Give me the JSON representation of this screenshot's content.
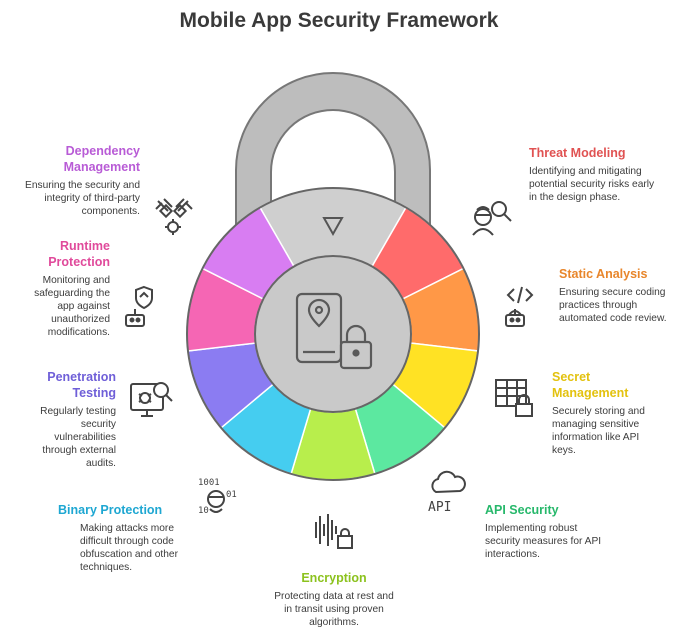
{
  "title": "Mobile App Security Framework",
  "segments": [
    {
      "key": "threat",
      "heading": "Threat Modeling",
      "desc": "Identifying and mitigating potential security risks early in the design phase.",
      "color": "#ff6b6b",
      "heading_color": "#e05252",
      "icon": "engineer-search-icon"
    },
    {
      "key": "static",
      "heading": "Static Analysis",
      "desc": "Ensuring secure coding practices through automated code review.",
      "color": "#ff9847",
      "heading_color": "#e8862b",
      "icon": "robot-code-icon"
    },
    {
      "key": "secret",
      "heading": "Secret Management",
      "desc": "Securely storing and managing sensitive information like API keys.",
      "color": "#ffe224",
      "heading_color": "#e3c20f",
      "icon": "table-lock-icon"
    },
    {
      "key": "api",
      "heading": "API Security",
      "desc": "Implementing robust security measures for API interactions.",
      "color": "#5ce8a0",
      "heading_color": "#27b86b",
      "icon": "cloud-api-icon"
    },
    {
      "key": "encryption",
      "heading": "Encryption",
      "desc": "Protecting data at rest and in transit using proven algorithms.",
      "color": "#b8ee4c",
      "heading_color": "#8cc21e",
      "icon": "waveform-lock-icon"
    },
    {
      "key": "binary",
      "heading": "Binary Protection",
      "desc": "Making attacks more difficult through code obfuscation and other techniques.",
      "color": "#45cdf0",
      "heading_color": "#1ea7d2",
      "icon": "binary-hacker-icon"
    },
    {
      "key": "pentest",
      "heading": "Penetration Testing",
      "desc": "Regularly testing security vulnerabilities through external audits.",
      "color": "#8b7cf2",
      "heading_color": "#6f5fd8",
      "icon": "monitor-bug-icon"
    },
    {
      "key": "runtime",
      "heading": "Runtime Protection",
      "desc": "Monitoring and safeguarding the app against unauthorized modifications.",
      "color": "#f566b4",
      "heading_color": "#e04a9b",
      "icon": "robot-shield-icon"
    },
    {
      "key": "dependency",
      "heading": "Dependency Management",
      "desc": "Ensuring the security and integrity of third-party components.",
      "color": "#d87df2",
      "heading_color": "#b85bd6",
      "icon": "connector-gear-icon"
    }
  ],
  "lock": {
    "shackle_color": "#bdbdbd",
    "center_color": "#c9c9c9",
    "top_color": "#cfcfcf",
    "outline_color": "#5a5a5a"
  }
}
